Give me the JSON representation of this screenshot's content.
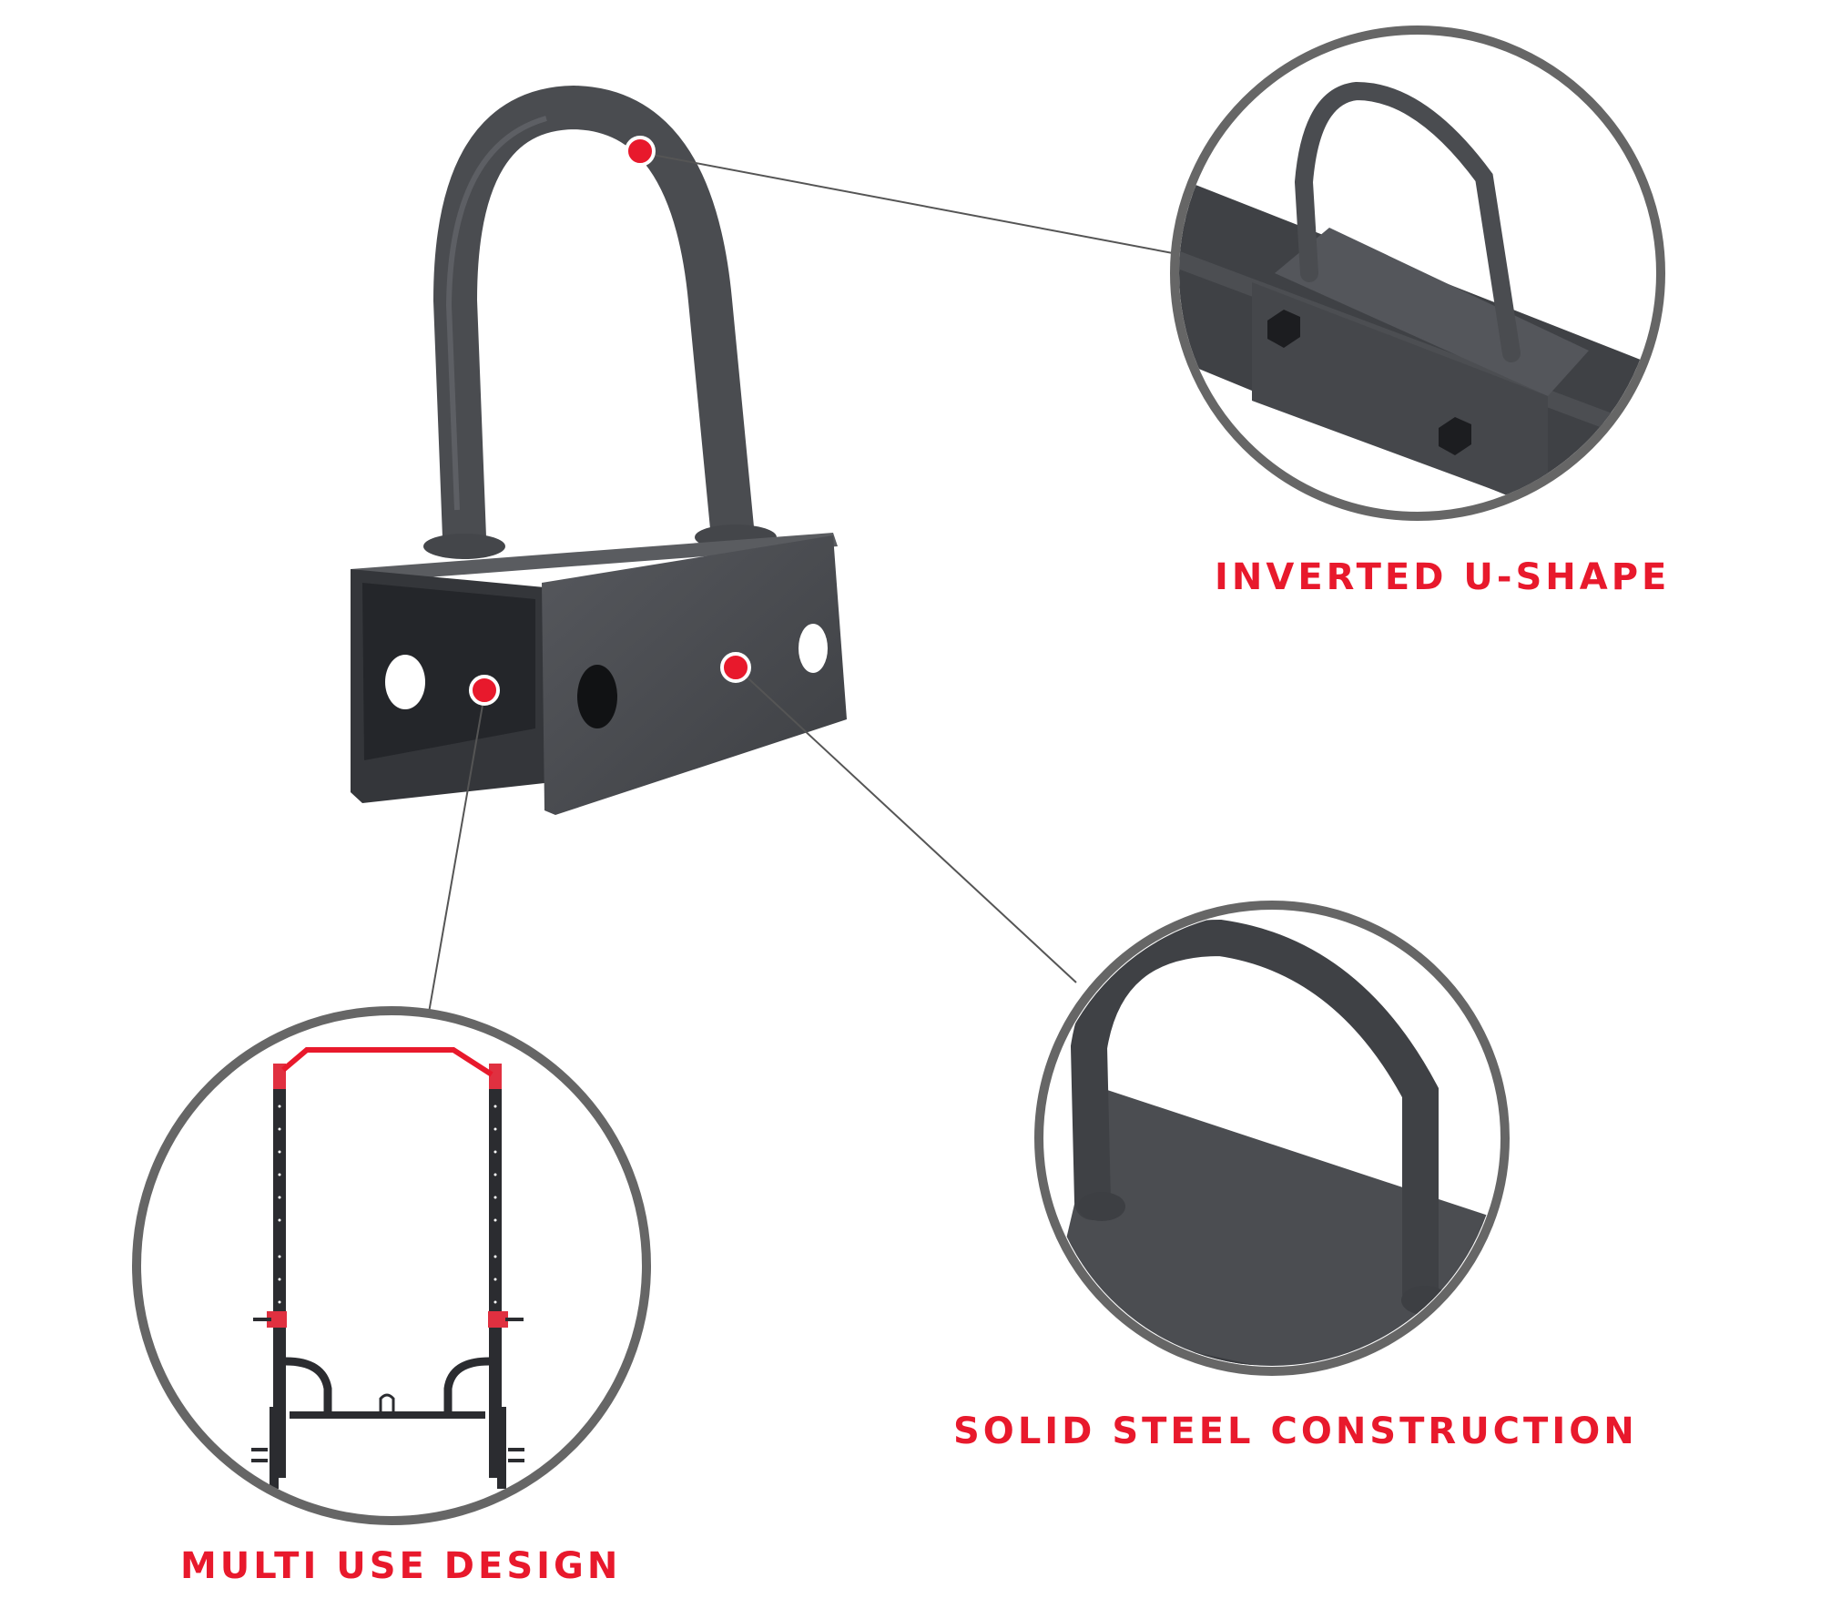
{
  "infographic": {
    "subject": "U-shape attachment bracket for power rack",
    "callouts": [
      {
        "id": "inverted",
        "label": "INVERTED U-SHAPE",
        "detail": "Close-up of U-handle mounted on rack base tube with two hex bolts"
      },
      {
        "id": "steel",
        "label": "SOLID STEEL CONSTRUCTION",
        "detail": "Close-up of welded U-handle on steel plate"
      },
      {
        "id": "multi",
        "label": "MULTI USE DESIGN",
        "detail": "Power rack with red pull-up bar, J-hooks and U-attachment on base"
      }
    ],
    "colors": {
      "accent_red": "#e8192c",
      "steel_gray": "#4a4c50",
      "circle_ring": "#666666",
      "leader_line": "#555555",
      "background": "#ffffff"
    }
  }
}
